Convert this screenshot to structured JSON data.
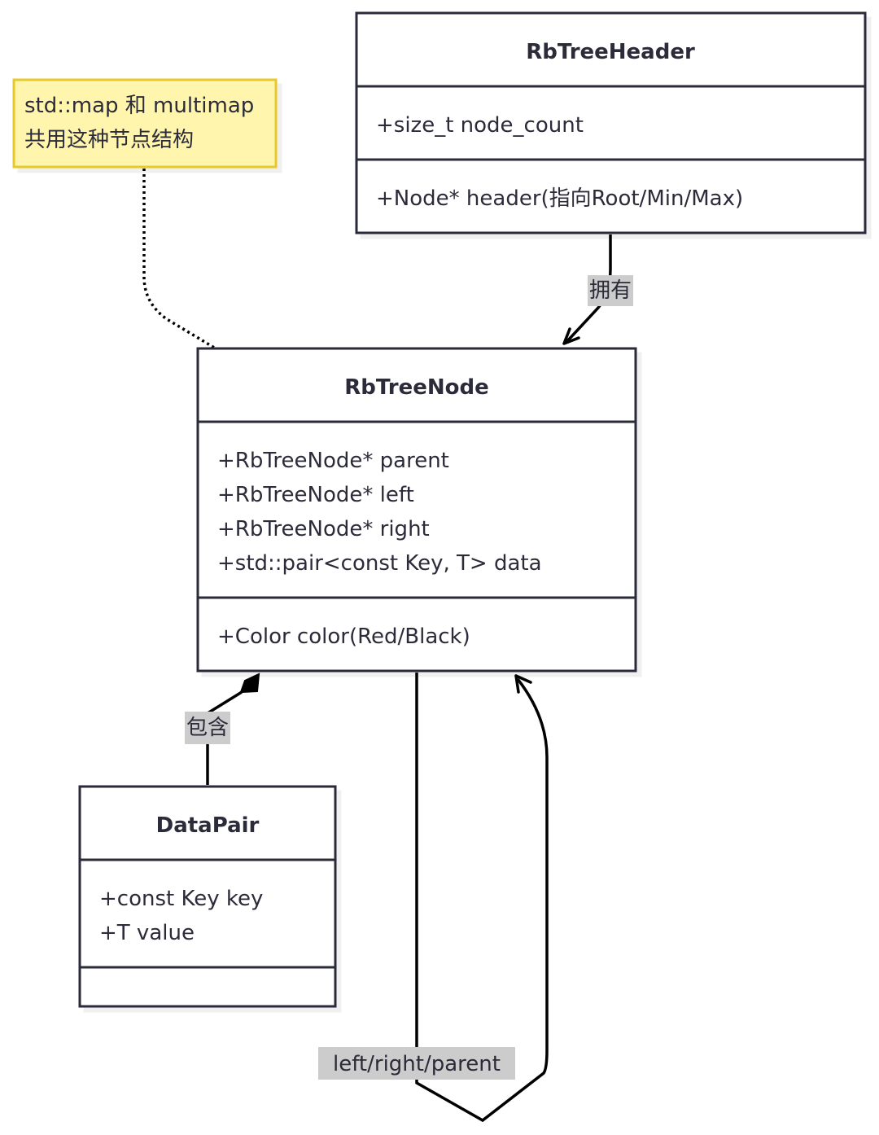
{
  "classes": {
    "header": {
      "name": "RbTreeHeader",
      "attributes": [
        "+size_t node_count"
      ],
      "methods": [
        "+Node* header(指向Root/Min/Max)"
      ]
    },
    "node": {
      "name": "RbTreeNode",
      "attributes": [
        "+RbTreeNode* parent",
        "+RbTreeNode* left",
        "+RbTreeNode* right",
        "+std::pair<const Key, T> data"
      ],
      "methods": [
        "+Color color(Red/Black)"
      ]
    },
    "datapair": {
      "name": "DataPair",
      "attributes": [
        "+const Key key",
        "+T value"
      ],
      "methods": []
    }
  },
  "note": {
    "lines": [
      "std::map 和 multimap",
      "共用这种节点结构"
    ]
  },
  "relations": {
    "owns_label": "拥有",
    "contains_label": "包含",
    "self_label": "left/right/parent"
  },
  "colors": {
    "stroke": "#2b2b3a",
    "note_fill": "#fff5ad",
    "note_border": "#e8c92a",
    "label_bg": "#cccccc"
  }
}
